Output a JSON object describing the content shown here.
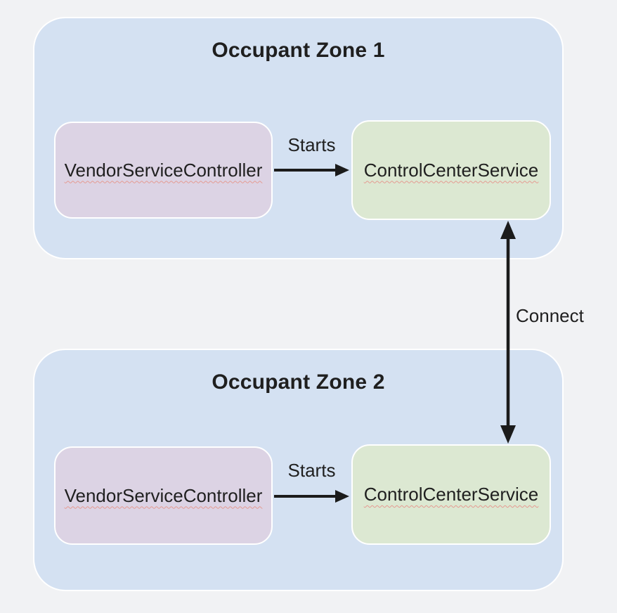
{
  "colors": {
    "background": "#f1f2f4",
    "zone_fill": "#d4e1f2",
    "zone_border": "#ffffff",
    "vendor_fill": "#dcd3e4",
    "control_fill": "#dce8d2",
    "node_border": "#ffffff",
    "text": "#1f1f1f",
    "arrow": "#1b1b1b",
    "squiggle": "#e59a91"
  },
  "zones": [
    {
      "title": "Occupant Zone 1",
      "vendor_node": "VendorServiceController",
      "control_node": "ControlCenterService",
      "edge_label": "Starts"
    },
    {
      "title": "Occupant Zone 2",
      "vendor_node": "VendorServiceController",
      "control_node": "ControlCenterService",
      "edge_label": "Starts"
    }
  ],
  "connect_edge_label": "Connect"
}
